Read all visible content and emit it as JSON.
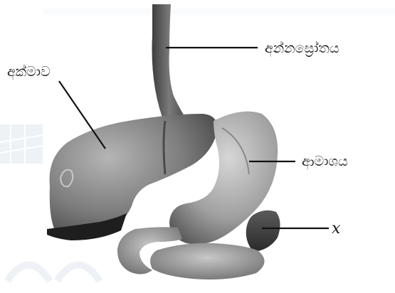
{
  "labels": {
    "esophagus": "අන්නස්‍රෝතය",
    "liver": "අක්මාව",
    "stomach": "ආමාශය",
    "x": "x"
  }
}
